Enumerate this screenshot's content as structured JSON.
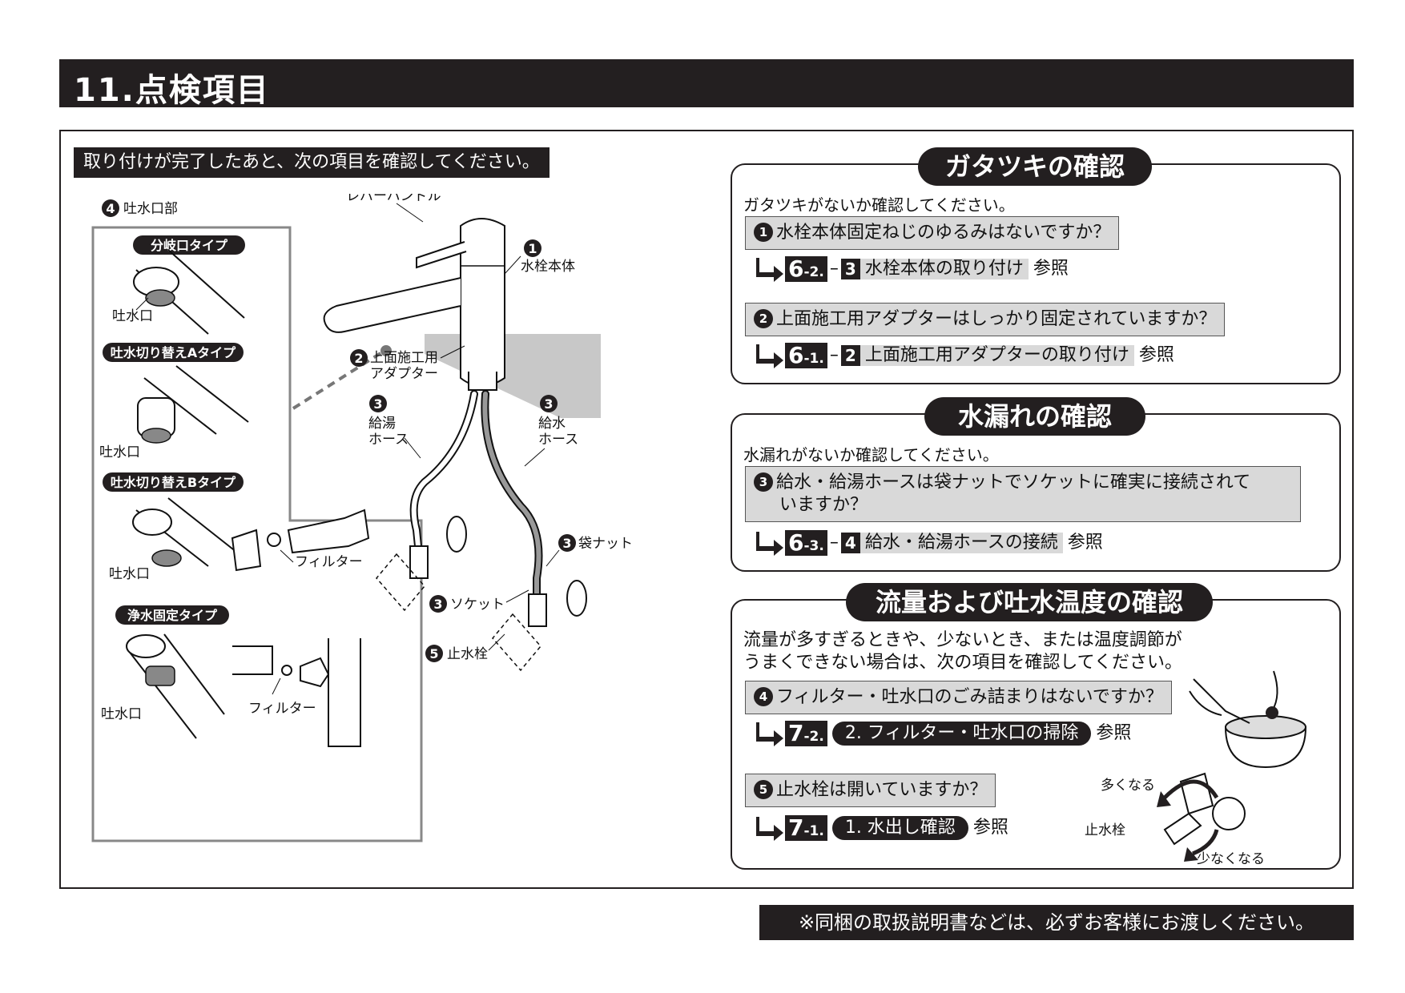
{
  "header": {
    "title": "11.点検項目"
  },
  "intro": "取り付けが完了したあと、次の項目を確認してください。",
  "diagram": {
    "spout_section_label": "吐水口部",
    "spout_section_num": "4",
    "types": [
      {
        "title": "分岐口タイプ",
        "outlet": "吐水口"
      },
      {
        "title": "吐水切り替えAタイプ",
        "outlet": "吐水口"
      },
      {
        "title": "吐水切り替えBタイプ",
        "outlet": "吐水口",
        "filter": "フィルター"
      },
      {
        "title": "浄水固定タイプ",
        "outlet": "吐水口",
        "filter": "フィルター"
      }
    ],
    "lever_handle": "レバーハンドル",
    "faucet_body": "水栓本体",
    "faucet_body_num": "1",
    "adapter_line1": "上面施工用",
    "adapter_line2": "アダプター",
    "adapter_num": "2",
    "hot_hose_line1": "給湯",
    "hot_hose_line2": "ホース",
    "cold_hose_line1": "給水",
    "cold_hose_line2": "ホース",
    "hose_num": "3",
    "cap_nut": "袋ナット",
    "socket": "ソケット",
    "stop_valve": "止水栓",
    "stop_valve_num": "5"
  },
  "sections": [
    {
      "title": "ガタツキの確認",
      "lead": "ガタツキがないか確認してください。",
      "items": [
        {
          "num": "1",
          "question": "水栓本体固定ねじのゆるみはないですか？",
          "ref_major": "6",
          "ref_minor": "-2.",
          "ref_step": "3",
          "ref_text": "水栓本体の取り付け",
          "see": "参照"
        },
        {
          "num": "2",
          "question": "上面施工用アダプターはしっかり固定されていますか？",
          "ref_major": "6",
          "ref_minor": "-1.",
          "ref_step": "2",
          "ref_text": "上面施工用アダプターの取り付け",
          "see": "参照"
        }
      ]
    },
    {
      "title": "水漏れの確認",
      "lead": "水漏れがないか確認してください。",
      "items": [
        {
          "num": "3",
          "question_line1": "給水・給湯ホースは袋ナットでソケットに確実に接続されて",
          "question_line2": "いますか？",
          "ref_major": "6",
          "ref_minor": "-3.",
          "ref_step": "4",
          "ref_text": "給水・給湯ホースの接続",
          "see": "参照"
        }
      ]
    },
    {
      "title": "流量および吐水温度の確認",
      "lead_line1": "流量が多すぎるときや、少ないとき、または温度調節が",
      "lead_line2": "うまくできない場合は、次の項目を確認してください。",
      "items": [
        {
          "num": "4",
          "question": "フィルター・吐水口のごみ詰まりはないですか？",
          "ref_major": "7",
          "ref_minor": "-2.",
          "ref_pill": "2. フィルター・吐水口の掃除",
          "see": "参照"
        },
        {
          "num": "5",
          "question": "止水栓は開いていますか？",
          "ref_major": "7",
          "ref_minor": "-1.",
          "ref_pill": "1. 水出し確認",
          "see": "参照"
        }
      ],
      "valve_more": "多くなる",
      "valve_less": "少なくなる",
      "valve_label": "止水栓"
    }
  ],
  "footer": "※同梱の取扱説明書などは、必ずお客様にお渡しください。"
}
